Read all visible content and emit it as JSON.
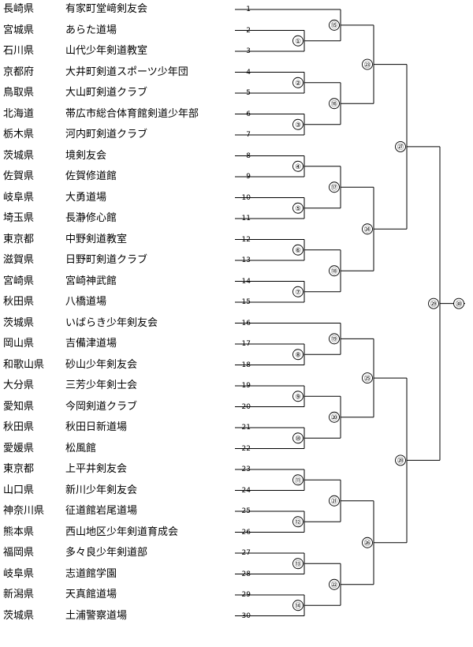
{
  "entries": [
    {
      "seed": "1",
      "pref": "長崎県",
      "club": "有家町堂﨑剣友会"
    },
    {
      "seed": "2",
      "pref": "宮城県",
      "club": "あらた道場"
    },
    {
      "seed": "3",
      "pref": "石川県",
      "club": "山代少年剣道教室"
    },
    {
      "seed": "4",
      "pref": "京都府",
      "club": "大井町剣道スポーツ少年団"
    },
    {
      "seed": "5",
      "pref": "鳥取県",
      "club": "大山町剣道クラブ"
    },
    {
      "seed": "6",
      "pref": "北海道",
      "club": "帯広市総合体育館剣道少年部"
    },
    {
      "seed": "7",
      "pref": "栃木県",
      "club": "河内町剣道クラブ"
    },
    {
      "seed": "8",
      "pref": "茨城県",
      "club": "境剣友会"
    },
    {
      "seed": "9",
      "pref": "佐賀県",
      "club": "佐賀修道館"
    },
    {
      "seed": "10",
      "pref": "岐阜県",
      "club": "大勇道場"
    },
    {
      "seed": "11",
      "pref": "埼玉県",
      "club": "長瀞修心館"
    },
    {
      "seed": "12",
      "pref": "東京都",
      "club": "中野剣道教室"
    },
    {
      "seed": "13",
      "pref": "滋賀県",
      "club": "日野町剣道クラブ"
    },
    {
      "seed": "14",
      "pref": "宮崎県",
      "club": "宮崎神武館"
    },
    {
      "seed": "15",
      "pref": "秋田県",
      "club": "八橋道場"
    },
    {
      "seed": "16",
      "pref": "茨城県",
      "club": "いばらき少年剣友会"
    },
    {
      "seed": "17",
      "pref": "岡山県",
      "club": "吉備津道場"
    },
    {
      "seed": "18",
      "pref": "和歌山県",
      "club": "砂山少年剣友会"
    },
    {
      "seed": "19",
      "pref": "大分県",
      "club": "三芳少年剣士会"
    },
    {
      "seed": "20",
      "pref": "愛知県",
      "club": "今岡剣道クラブ"
    },
    {
      "seed": "21",
      "pref": "秋田県",
      "club": "秋田日新道場"
    },
    {
      "seed": "22",
      "pref": "愛媛県",
      "club": "松風館"
    },
    {
      "seed": "23",
      "pref": "東京都",
      "club": "上平井剣友会"
    },
    {
      "seed": "24",
      "pref": "山口県",
      "club": "新川少年剣友会"
    },
    {
      "seed": "25",
      "pref": "神奈川県",
      "club": "征道館岩尾道場"
    },
    {
      "seed": "26",
      "pref": "熊本県",
      "club": "西山地区少年剣道育成会"
    },
    {
      "seed": "27",
      "pref": "福岡県",
      "club": "多々良少年剣道部"
    },
    {
      "seed": "28",
      "pref": "岐阜県",
      "club": "志道館学園"
    },
    {
      "seed": "29",
      "pref": "新潟県",
      "club": "天真館道場"
    },
    {
      "seed": "30",
      "pref": "茨城県",
      "club": "土浦警察道場"
    }
  ],
  "matches": [
    {
      "label": "①",
      "round": 1,
      "a": {
        "s": 2
      },
      "b": {
        "s": 3
      }
    },
    {
      "label": "②",
      "round": 1,
      "a": {
        "s": 4
      },
      "b": {
        "s": 5
      }
    },
    {
      "label": "③",
      "round": 1,
      "a": {
        "s": 6
      },
      "b": {
        "s": 7
      }
    },
    {
      "label": "④",
      "round": 1,
      "a": {
        "s": 8
      },
      "b": {
        "s": 9
      }
    },
    {
      "label": "⑤",
      "round": 1,
      "a": {
        "s": 10
      },
      "b": {
        "s": 11
      }
    },
    {
      "label": "⑥",
      "round": 1,
      "a": {
        "s": 12
      },
      "b": {
        "s": 13
      }
    },
    {
      "label": "⑦",
      "round": 1,
      "a": {
        "s": 14
      },
      "b": {
        "s": 15
      }
    },
    {
      "label": "⑧",
      "round": 1,
      "a": {
        "s": 17
      },
      "b": {
        "s": 18
      }
    },
    {
      "label": "⑨",
      "round": 1,
      "a": {
        "s": 19
      },
      "b": {
        "s": 20
      }
    },
    {
      "label": "⑩",
      "round": 1,
      "a": {
        "s": 21
      },
      "b": {
        "s": 22
      }
    },
    {
      "label": "⑪",
      "round": 1,
      "a": {
        "s": 23
      },
      "b": {
        "s": 24
      }
    },
    {
      "label": "⑫",
      "round": 1,
      "a": {
        "s": 25
      },
      "b": {
        "s": 26
      }
    },
    {
      "label": "⑬",
      "round": 1,
      "a": {
        "s": 27
      },
      "b": {
        "s": 28
      }
    },
    {
      "label": "⑭",
      "round": 1,
      "a": {
        "s": 29
      },
      "b": {
        "s": 30
      }
    },
    {
      "label": "⑮",
      "round": 2,
      "a": {
        "s": 1
      },
      "b": {
        "m": "①"
      }
    },
    {
      "label": "⑯",
      "round": 2,
      "a": {
        "m": "②"
      },
      "b": {
        "m": "③"
      }
    },
    {
      "label": "⑰",
      "round": 2,
      "a": {
        "m": "④"
      },
      "b": {
        "m": "⑤"
      }
    },
    {
      "label": "⑱",
      "round": 2,
      "a": {
        "m": "⑥"
      },
      "b": {
        "m": "⑦"
      }
    },
    {
      "label": "⑲",
      "round": 2,
      "a": {
        "s": 16
      },
      "b": {
        "m": "⑧"
      }
    },
    {
      "label": "⑳",
      "round": 2,
      "a": {
        "m": "⑨"
      },
      "b": {
        "m": "⑩"
      }
    },
    {
      "label": "㉑",
      "round": 2,
      "a": {
        "m": "⑪"
      },
      "b": {
        "m": "⑫"
      }
    },
    {
      "label": "㉒",
      "round": 2,
      "a": {
        "m": "⑬"
      },
      "b": {
        "m": "⑭"
      }
    },
    {
      "label": "㉓",
      "round": 3,
      "a": {
        "m": "⑮"
      },
      "b": {
        "m": "⑯"
      }
    },
    {
      "label": "㉔",
      "round": 3,
      "a": {
        "m": "⑰"
      },
      "b": {
        "m": "⑱"
      }
    },
    {
      "label": "㉕",
      "round": 3,
      "a": {
        "m": "⑲"
      },
      "b": {
        "m": "⑳"
      }
    },
    {
      "label": "㉖",
      "round": 3,
      "a": {
        "m": "㉑"
      },
      "b": {
        "m": "㉒"
      }
    },
    {
      "label": "㉗",
      "round": 4,
      "a": {
        "m": "㉓"
      },
      "b": {
        "m": "㉔"
      }
    },
    {
      "label": "㉘",
      "round": 4,
      "a": {
        "m": "㉕"
      },
      "b": {
        "m": "㉖"
      }
    },
    {
      "label": "㉙",
      "round": 5,
      "a": {
        "m": "㉗"
      },
      "b": {
        "m": "㉘"
      }
    },
    {
      "label": "㉚",
      "round": 6,
      "a": {
        "m": "㉙"
      },
      "b": null
    }
  ]
}
